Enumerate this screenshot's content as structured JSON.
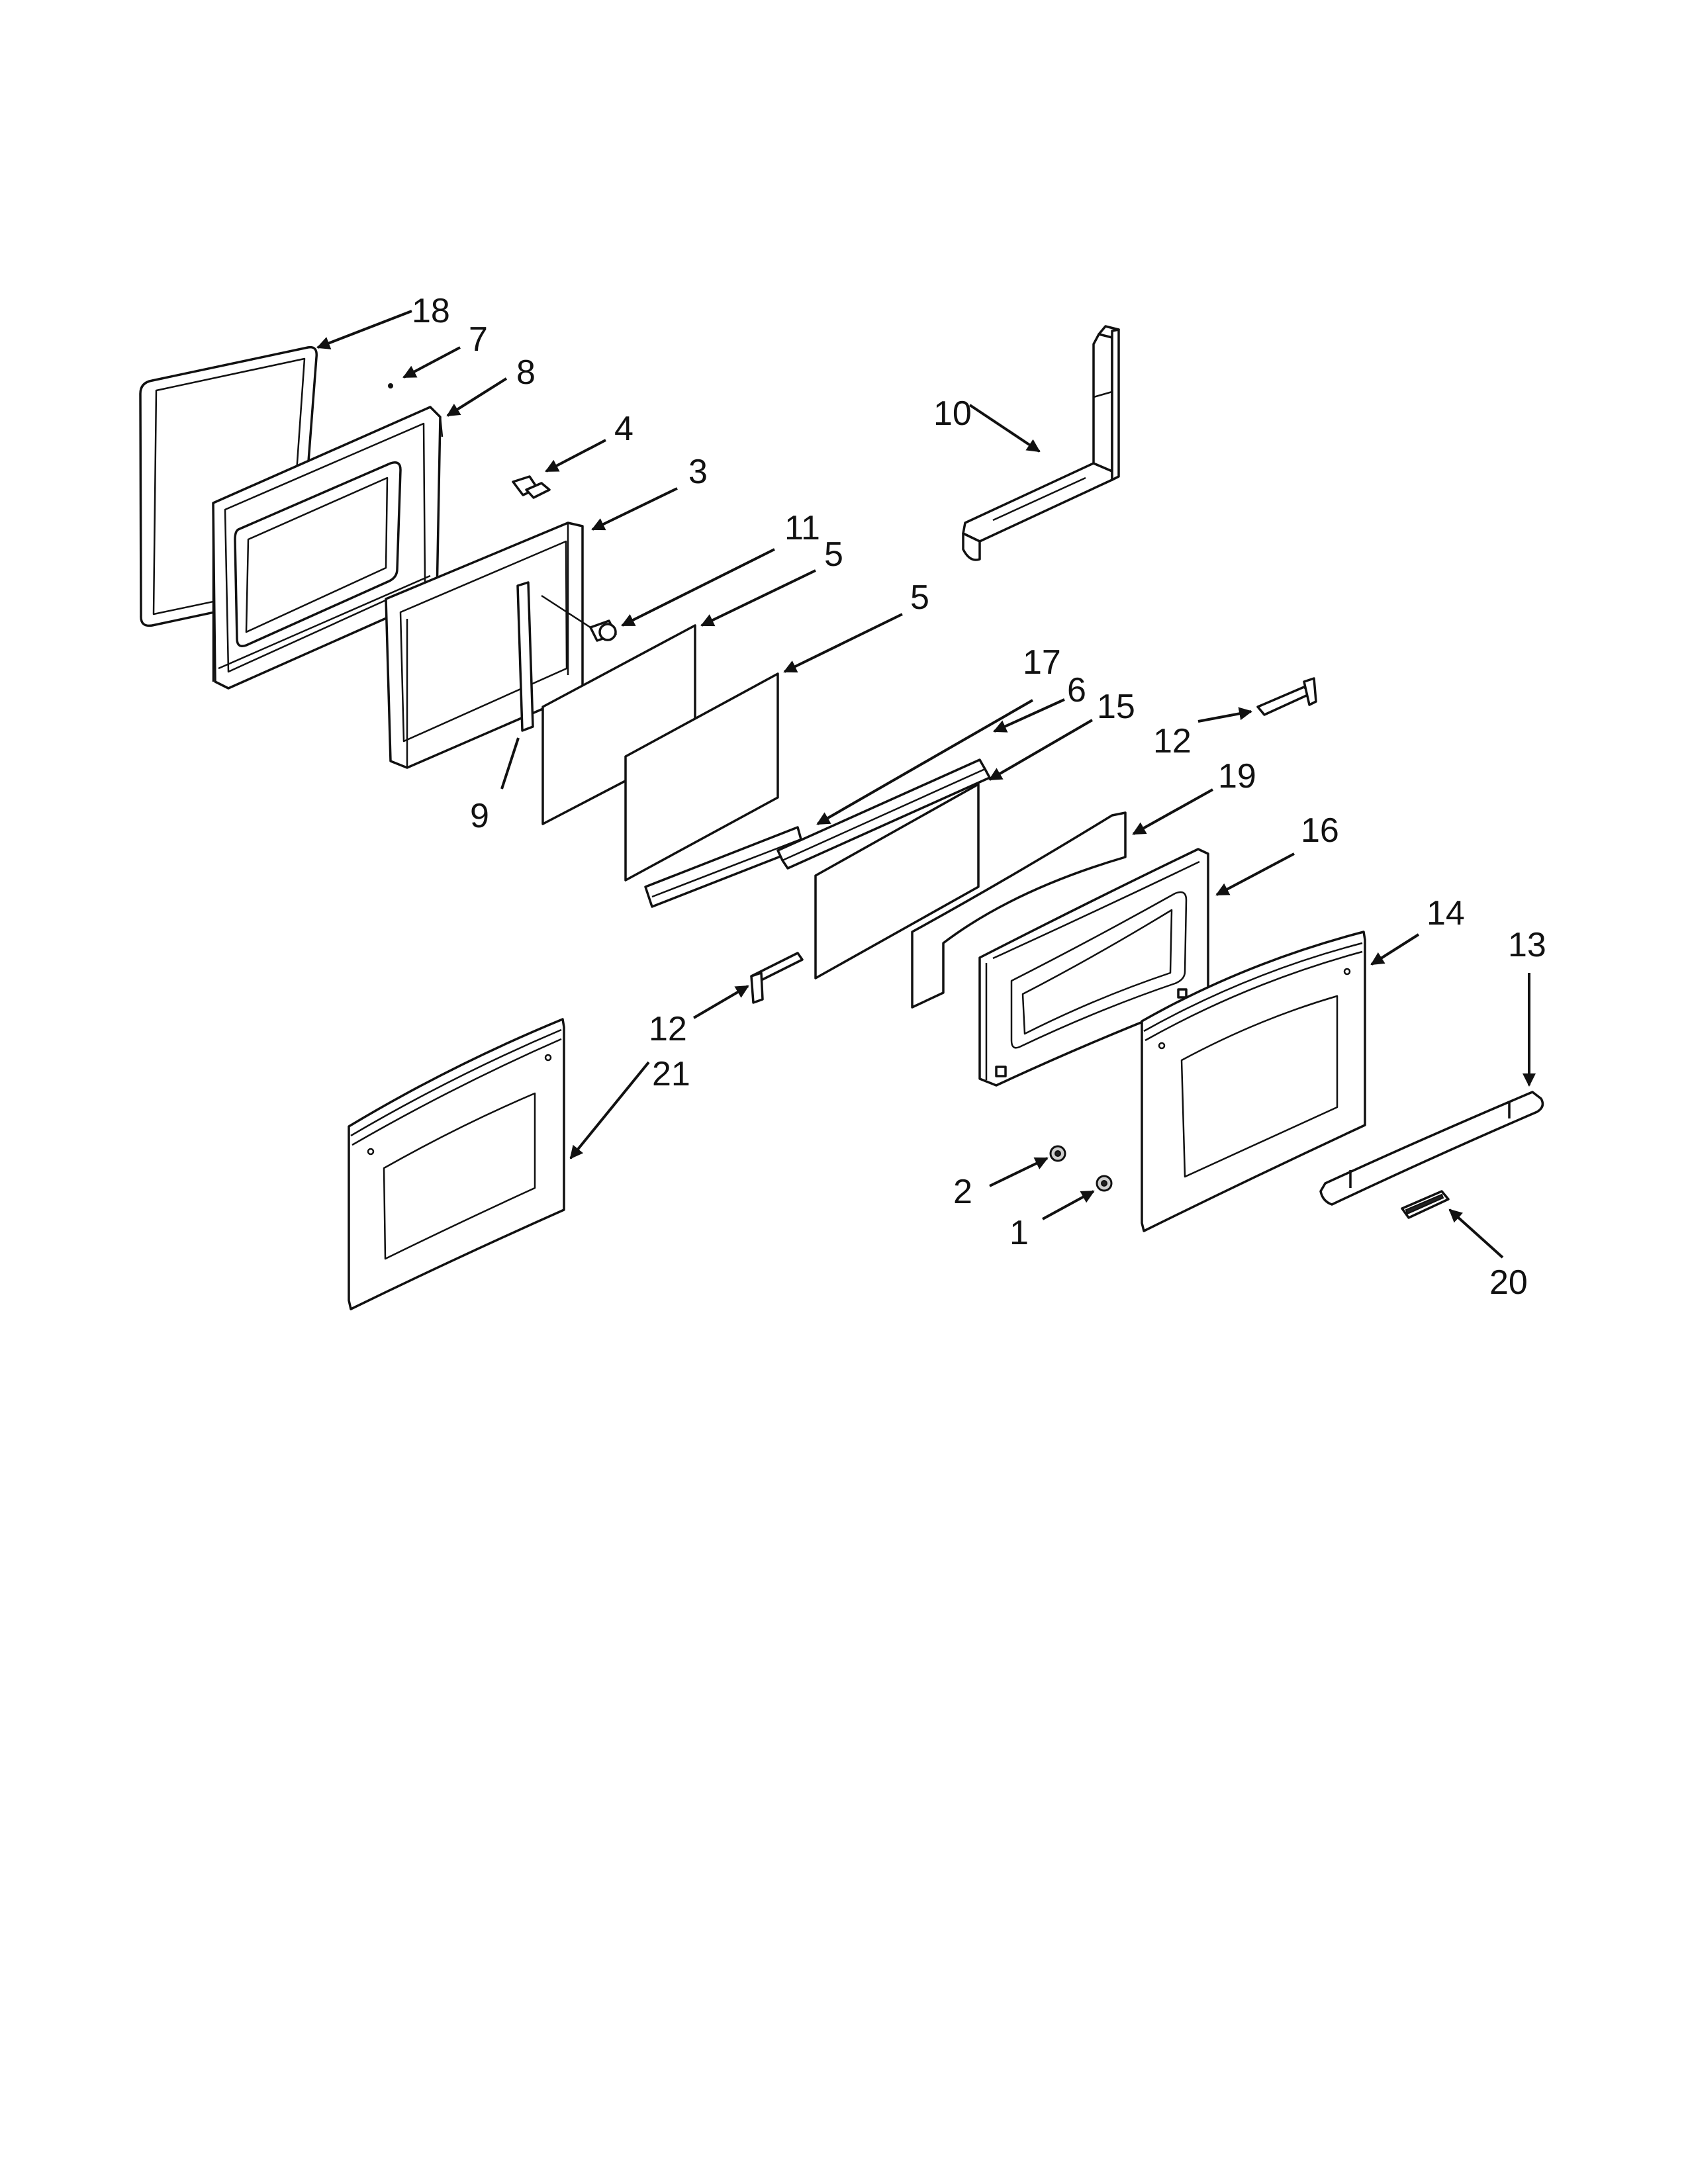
{
  "colors": {
    "line": "#111111",
    "background": "#ffffff"
  },
  "callouts": {
    "p1": "1",
    "p2": "2",
    "p3": "3",
    "p4": "4",
    "p5a": "5",
    "p5b": "5",
    "p6": "6",
    "p7": "7",
    "p8": "8",
    "p9": "9",
    "p10": "10",
    "p11": "11",
    "p12a": "12",
    "p12b": "12",
    "p13": "13",
    "p14": "14",
    "p15": "15",
    "p16": "16",
    "p17": "17",
    "p18": "18",
    "p19": "19",
    "p20": "20",
    "p21": "21"
  }
}
